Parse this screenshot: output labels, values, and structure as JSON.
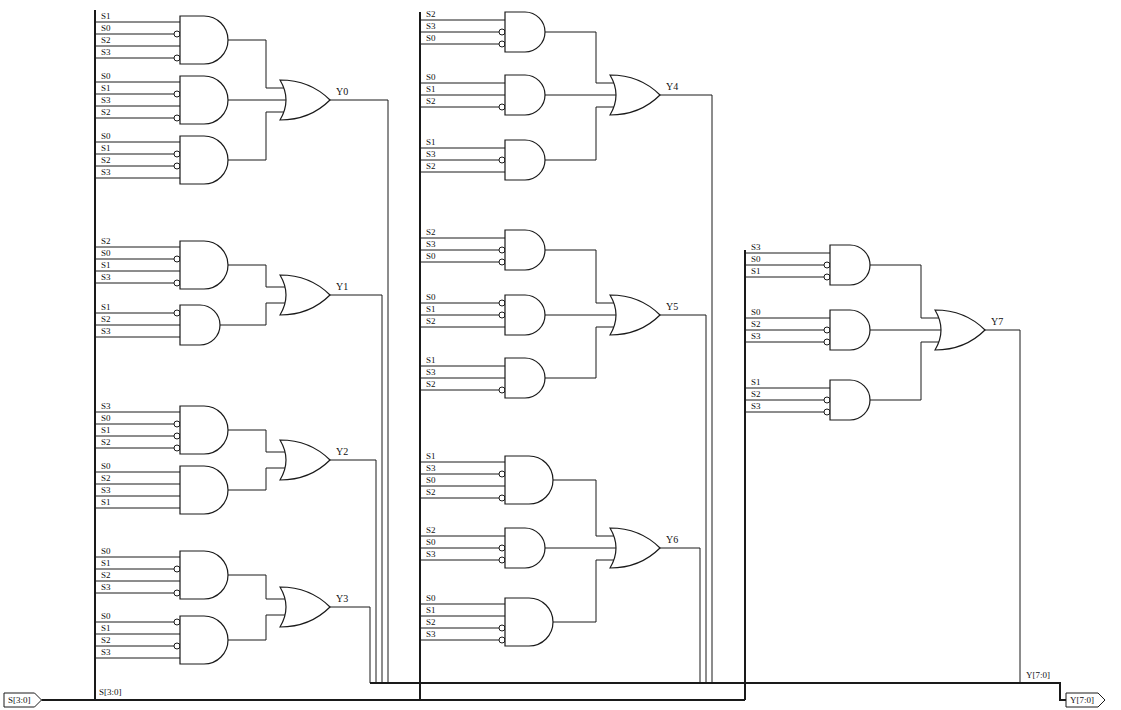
{
  "diagram": {
    "labels": [
      "S1",
      "S0",
      "S2",
      "S3",
      "S0",
      "S1",
      "S3",
      "S2",
      "S0",
      "S1",
      "S2",
      "S3",
      "Y0",
      "S2",
      "S0",
      "S1",
      "S3",
      "S1",
      "S2",
      "S3",
      "Y1",
      "S3",
      "S0",
      "S1",
      "S2",
      "S0",
      "S2",
      "S3",
      "S1",
      "Y2",
      "S0",
      "S1",
      "S2",
      "S3",
      "S0",
      "S1",
      "S2",
      "S3",
      "Y3",
      "S2",
      "S3",
      "S0",
      "S0",
      "S1",
      "S2",
      "S1",
      "S3",
      "S2",
      "Y4",
      "S2",
      "S3",
      "S0",
      "S0",
      "S1",
      "S2",
      "S1",
      "S3",
      "S2",
      "Y5",
      "S1",
      "S3",
      "S0",
      "S2",
      "S2",
      "S0",
      "S3",
      "S0",
      "S1",
      "S2",
      "S3",
      "Y6",
      "S3",
      "S0",
      "S1",
      "S0",
      "S2",
      "S3",
      "S1",
      "S2",
      "S3",
      "Y7",
      "S[3:0]",
      "S[3:0]",
      "Y[7:0]",
      "Y[7:0]"
    ]
  }
}
